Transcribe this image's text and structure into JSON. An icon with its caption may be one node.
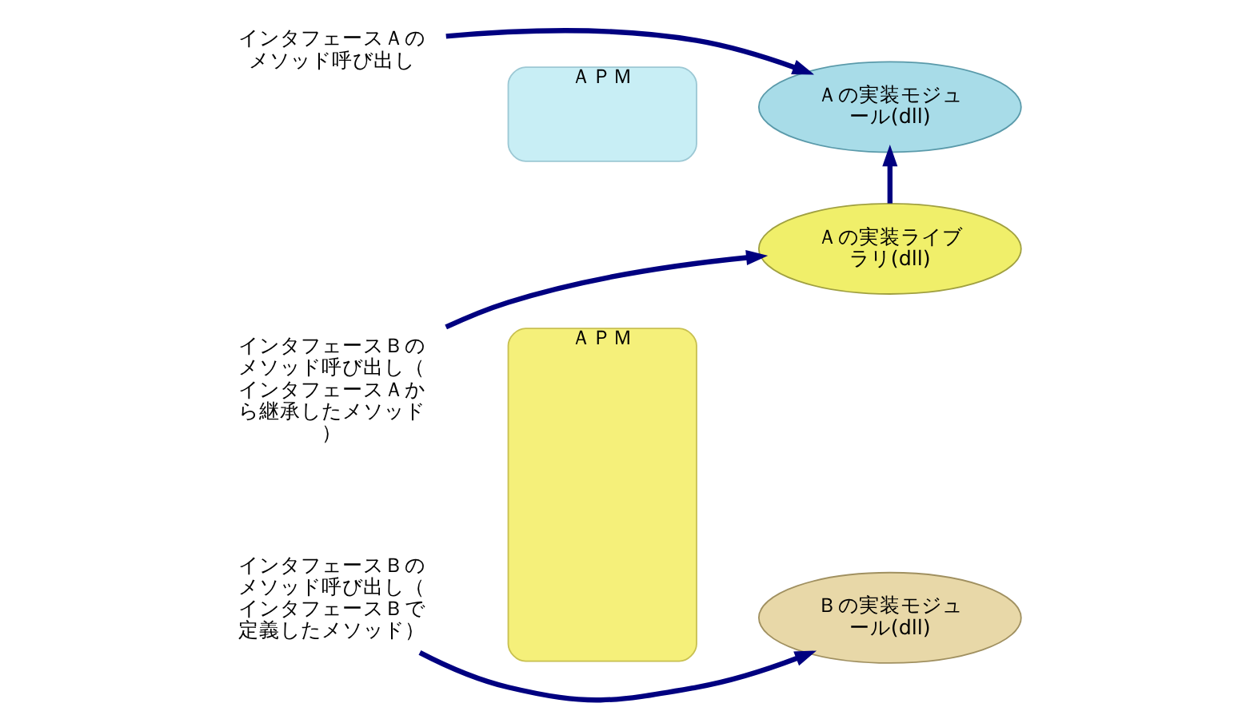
{
  "diagram": {
    "nodes": [
      {
        "text": [
          "ＡＰＭ"
        ]
      },
      {
        "text": [
          "インタフェースＡのメソッド呼び出し"
        ]
      },
      {
        "text": [
          "Ａの実装モジュール(dll)"
        ]
      },
      {
        "text": [
          "ＡＰＭ"
        ]
      },
      {
        "text": [
          "インタフェースＢのメソッド呼び出し（インタフェースＡから継承したメソッド）"
        ]
      },
      {
        "text": [
          "Ａの実装ライブラリ(dll)"
        ]
      },
      {
        "text": [
          "インタフェースＢのメソッド呼び出し（インタフェースＢで定義したメソッド）"
        ]
      },
      {
        "text": [
          "Ｂの実装モジュール(dll)"
        ]
      }
    ],
    "edges": [
      {
        "from": 1,
        "to": 2,
        "arrow": "to"
      },
      {
        "from": 5,
        "to": 2,
        "arrow": "to"
      },
      {
        "from": 4,
        "to": 5,
        "arrow": "to"
      },
      {
        "from": 6,
        "to": 7,
        "arrow": "to"
      }
    ]
  }
}
